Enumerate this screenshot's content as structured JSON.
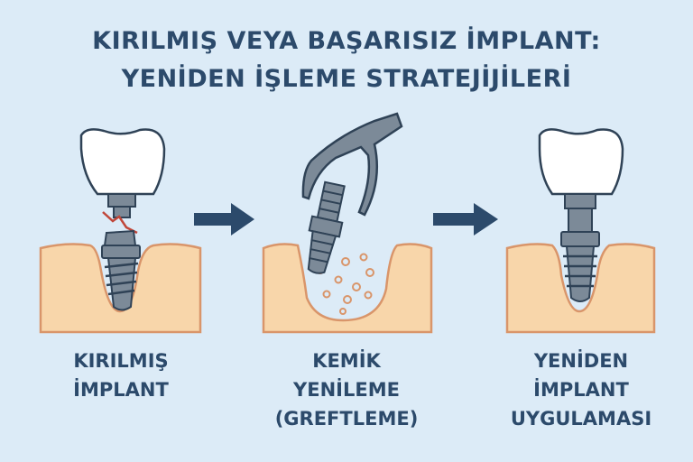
{
  "title": {
    "line1": "KIRILMIŞ VEYA BAŞARISIZ İMPLANT:",
    "line2": "YENİDEN İŞLEME STRATEJİJİLERİ"
  },
  "steps": [
    {
      "line1": "KIRILMIŞ",
      "line2": "İMPLANT"
    },
    {
      "line1": "KEMİK",
      "line2": "YENİLEME",
      "line3": "(GREFTLEME)"
    },
    {
      "line1": "YENİDEN",
      "line2": "İMPLANT",
      "line3": "UYGULAMASI"
    }
  ],
  "colors": {
    "background": "#dcebf7",
    "text": "#2c4a6b",
    "gum": "#f8d6aa",
    "gum_edge": "#d9956a",
    "metal": "#7c8a98",
    "outline": "#2f4256",
    "crack": "#c0473a"
  }
}
